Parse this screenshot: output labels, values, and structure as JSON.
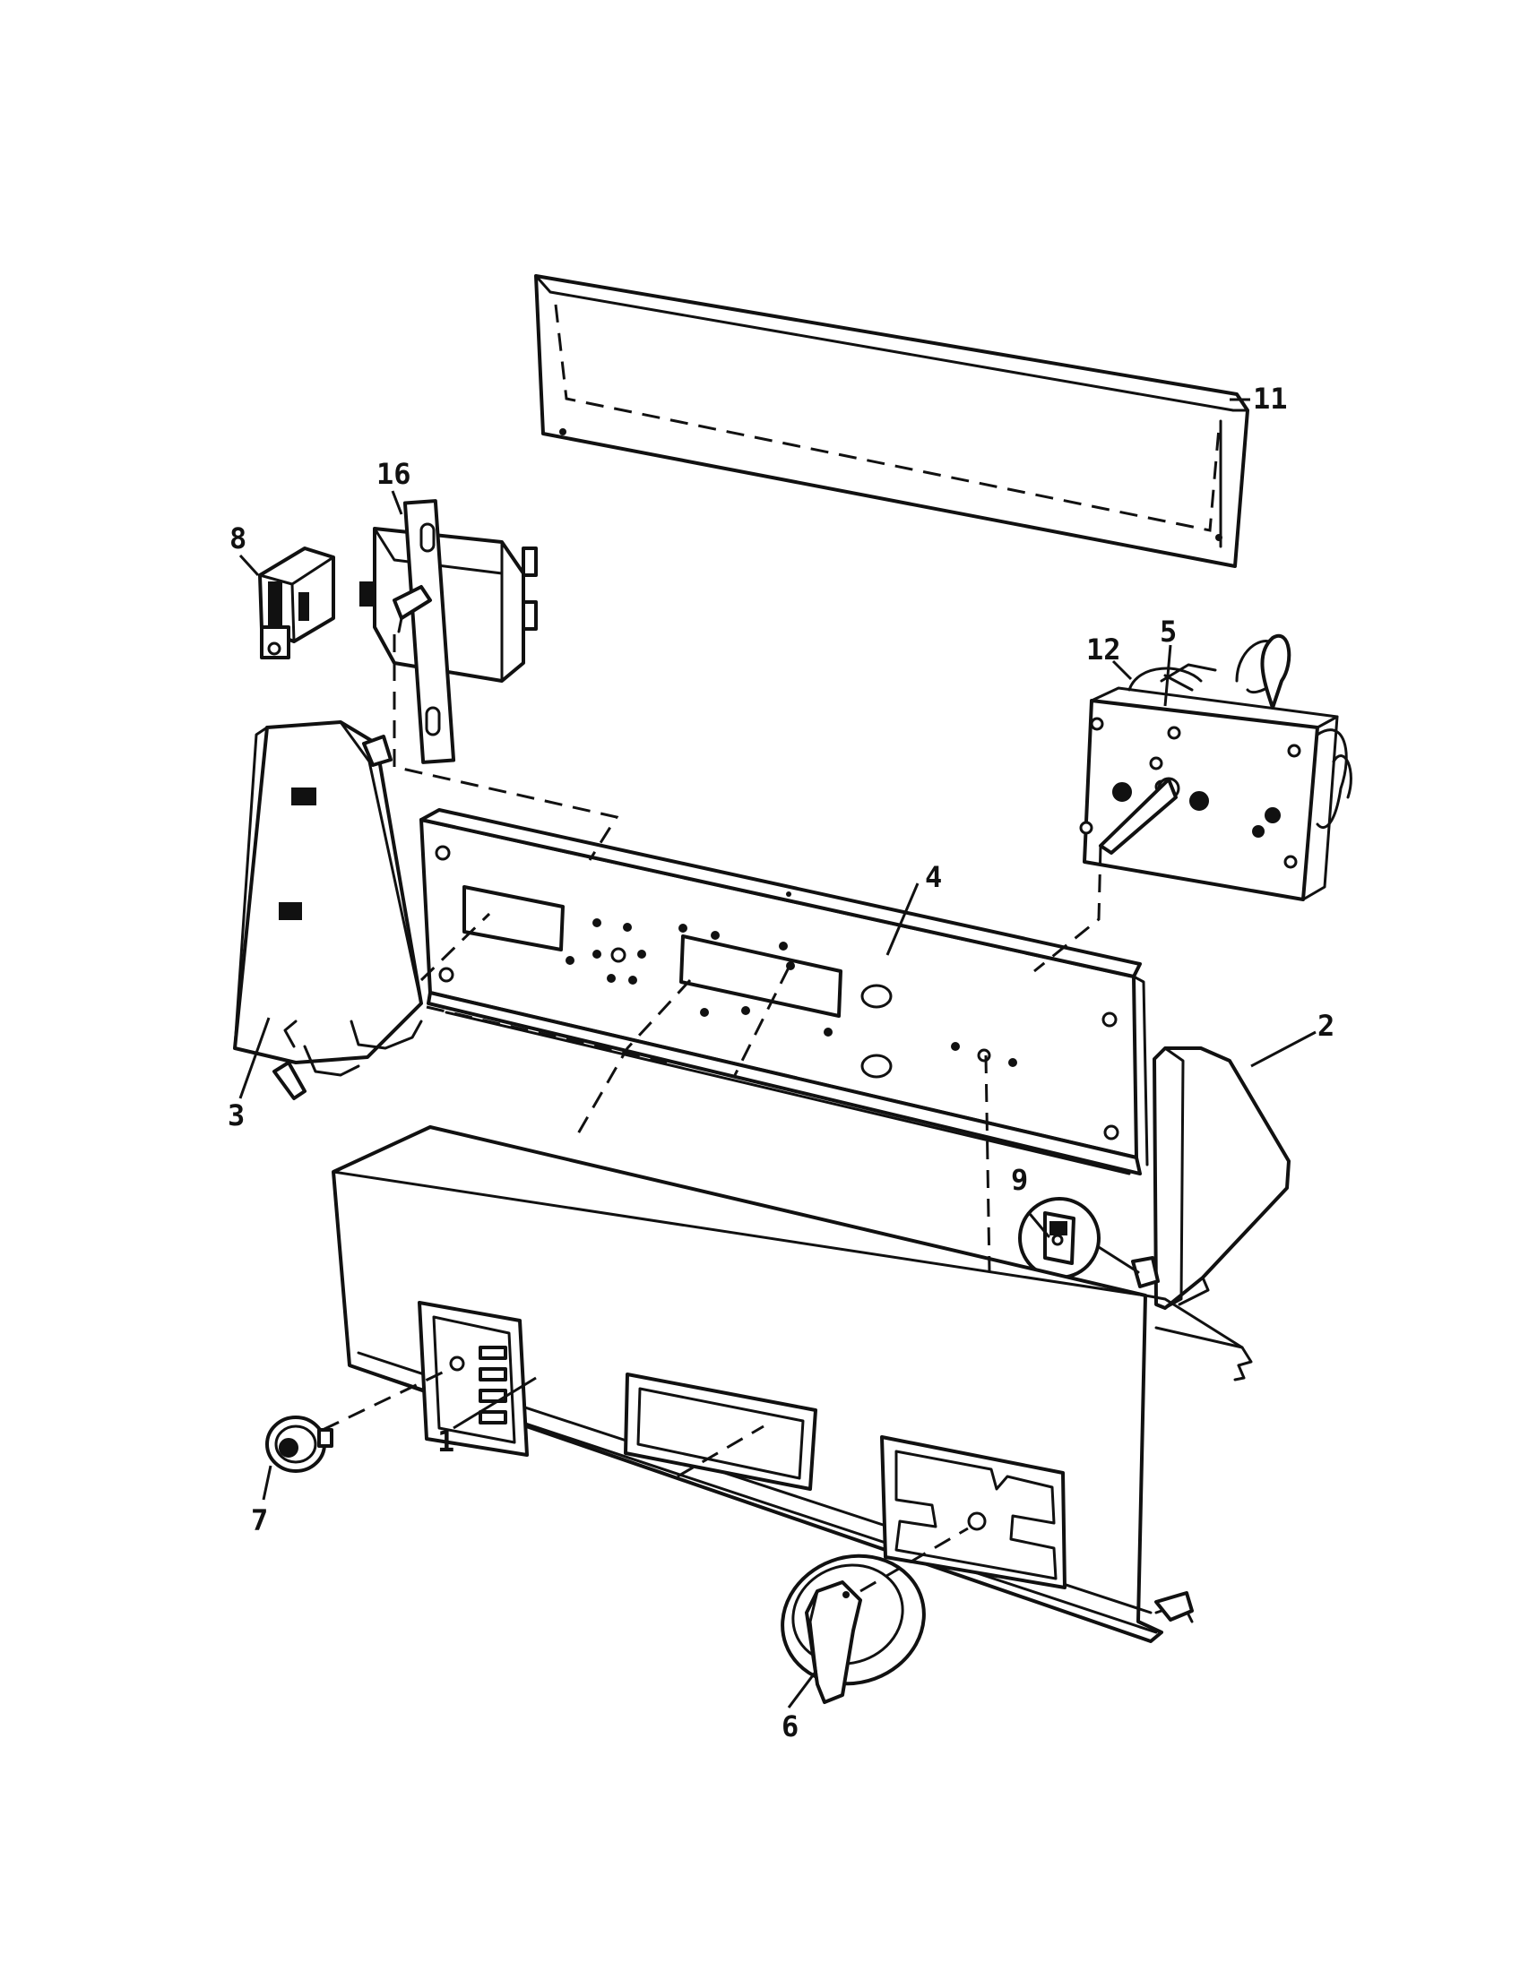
{
  "callouts": {
    "p1": "1",
    "p2": "2",
    "p3": "3",
    "p4": "4",
    "p5": "5",
    "p6": "6",
    "p7": "7",
    "p8": "8",
    "p9": "9",
    "p11": "11",
    "p12": "12",
    "p16": "16"
  }
}
